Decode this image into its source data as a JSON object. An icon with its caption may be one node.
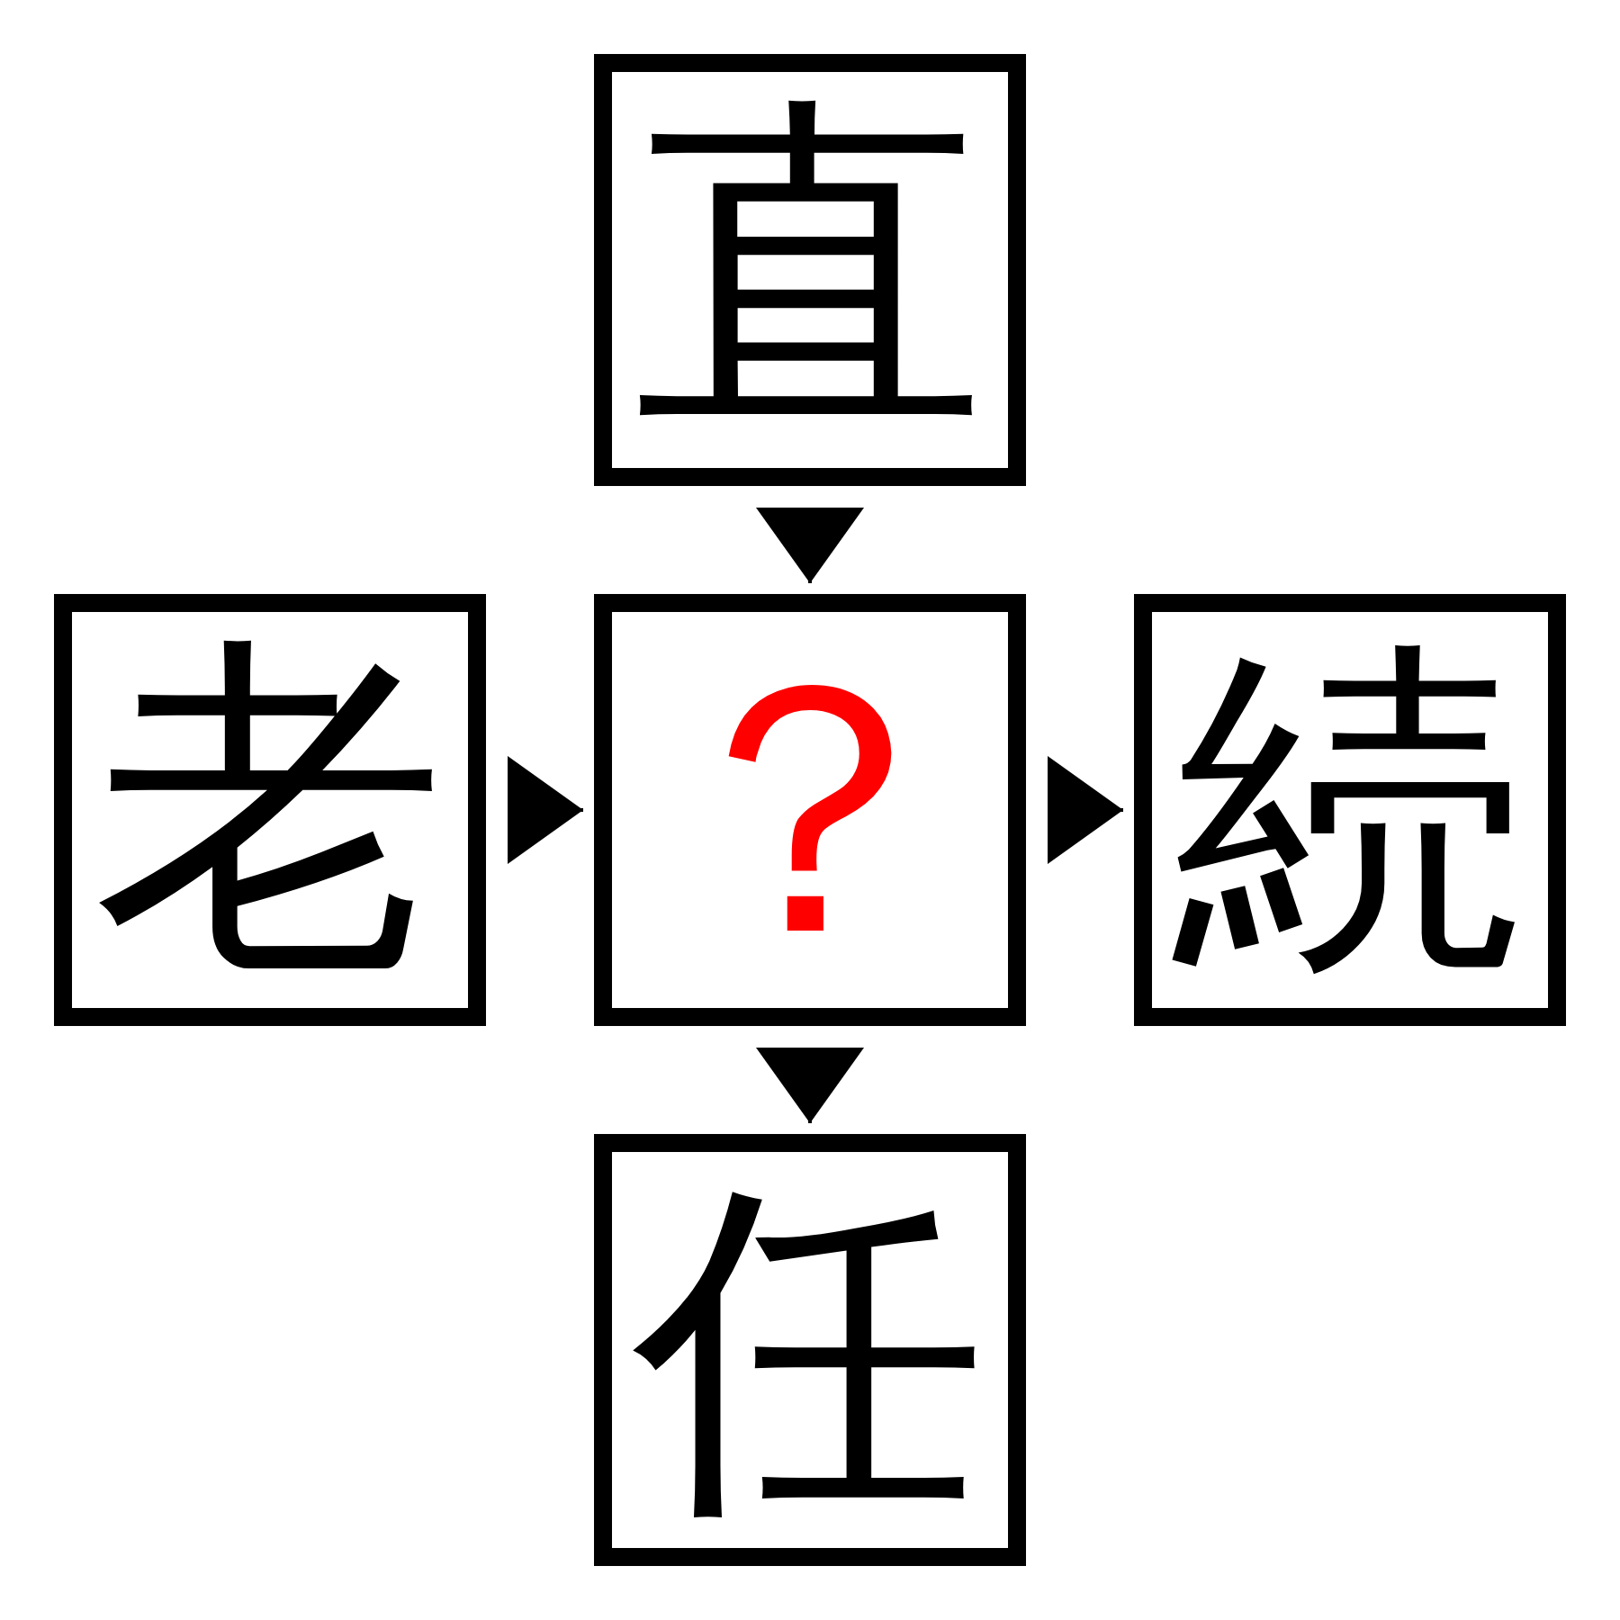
{
  "diagram": {
    "nodes": [
      {
        "text": [
          "直"
        ]
      },
      {
        "text": [
          "老"
        ]
      },
      {
        "text": [
          "？"
        ]
      },
      {
        "text": [
          "続"
        ]
      },
      {
        "text": [
          "任"
        ]
      }
    ],
    "edges": [
      {
        "from": 0,
        "to": 2,
        "arrow": "to"
      },
      {
        "from": 1,
        "to": 2,
        "arrow": "to"
      },
      {
        "from": 2,
        "to": 3,
        "arrow": "to"
      },
      {
        "from": 2,
        "to": 4,
        "arrow": "to"
      }
    ]
  }
}
